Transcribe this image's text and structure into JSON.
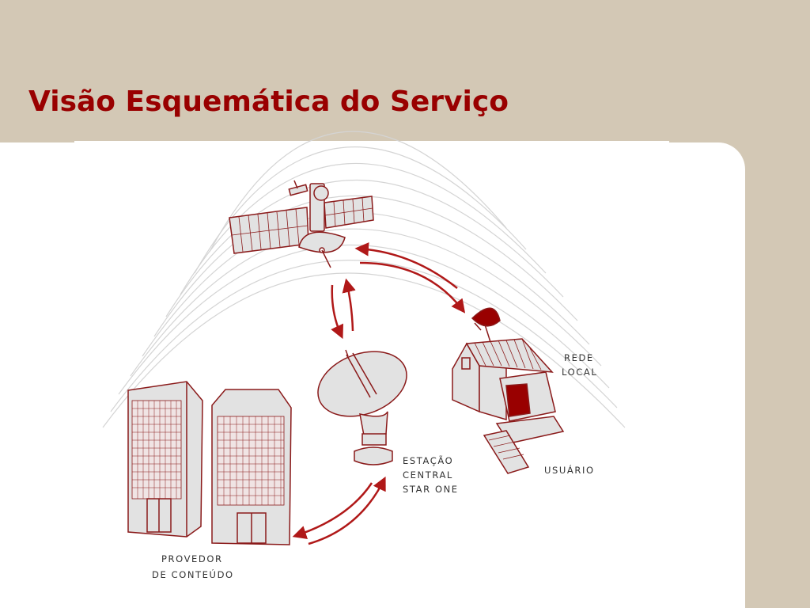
{
  "slide": {
    "title": "Visão Esquemática do Serviço"
  },
  "diagram": {
    "labels": {
      "rede_local_1": "REDE",
      "rede_local_2": "LOCAL",
      "estacao_1": "ESTAÇÃO",
      "estacao_2": "CENTRAL",
      "estacao_3": "STAR ONE",
      "usuario": "USUÁRIO",
      "provedor_1": "PROVEDOR",
      "provedor_2": "DE CONTEÚDO"
    },
    "icons": [
      "satellite-icon",
      "ground-station-dish-icon",
      "house-icon",
      "computer-icon",
      "office-building-icon"
    ],
    "colors": {
      "accent": "#990000",
      "background": "#d3c8b5",
      "arrow": "#b01818",
      "fill_gray": "#dcdcdc"
    }
  }
}
